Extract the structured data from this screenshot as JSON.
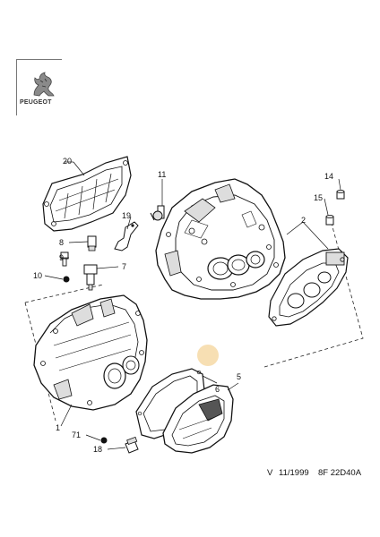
{
  "brand": {
    "name": "PEUGEOT",
    "logo_icon": "peugeot-lion-icon"
  },
  "callouts": [
    {
      "id": "c1",
      "label": "1"
    },
    {
      "id": "c2",
      "label": "2"
    },
    {
      "id": "c5",
      "label": "5"
    },
    {
      "id": "c6",
      "label": "6"
    },
    {
      "id": "c7",
      "label": "7"
    },
    {
      "id": "c8",
      "label": "8"
    },
    {
      "id": "c9",
      "label": "9"
    },
    {
      "id": "c10",
      "label": "10"
    },
    {
      "id": "c11",
      "label": "11"
    },
    {
      "id": "c14",
      "label": "14"
    },
    {
      "id": "c15",
      "label": "15"
    },
    {
      "id": "c18",
      "label": "18"
    },
    {
      "id": "c19",
      "label": "19"
    },
    {
      "id": "c20",
      "label": "20"
    },
    {
      "id": "c71",
      "label": "71"
    }
  ],
  "highlight": {
    "color": "#f6d9a6",
    "part": "6"
  },
  "footer": {
    "version": "V",
    "date": "11/1999",
    "reference": "8F 22D40A"
  },
  "colors": {
    "line": "#1a1a1a",
    "fill": "#ffffff",
    "shade": "#d8d8d8",
    "dark": "#555555"
  }
}
